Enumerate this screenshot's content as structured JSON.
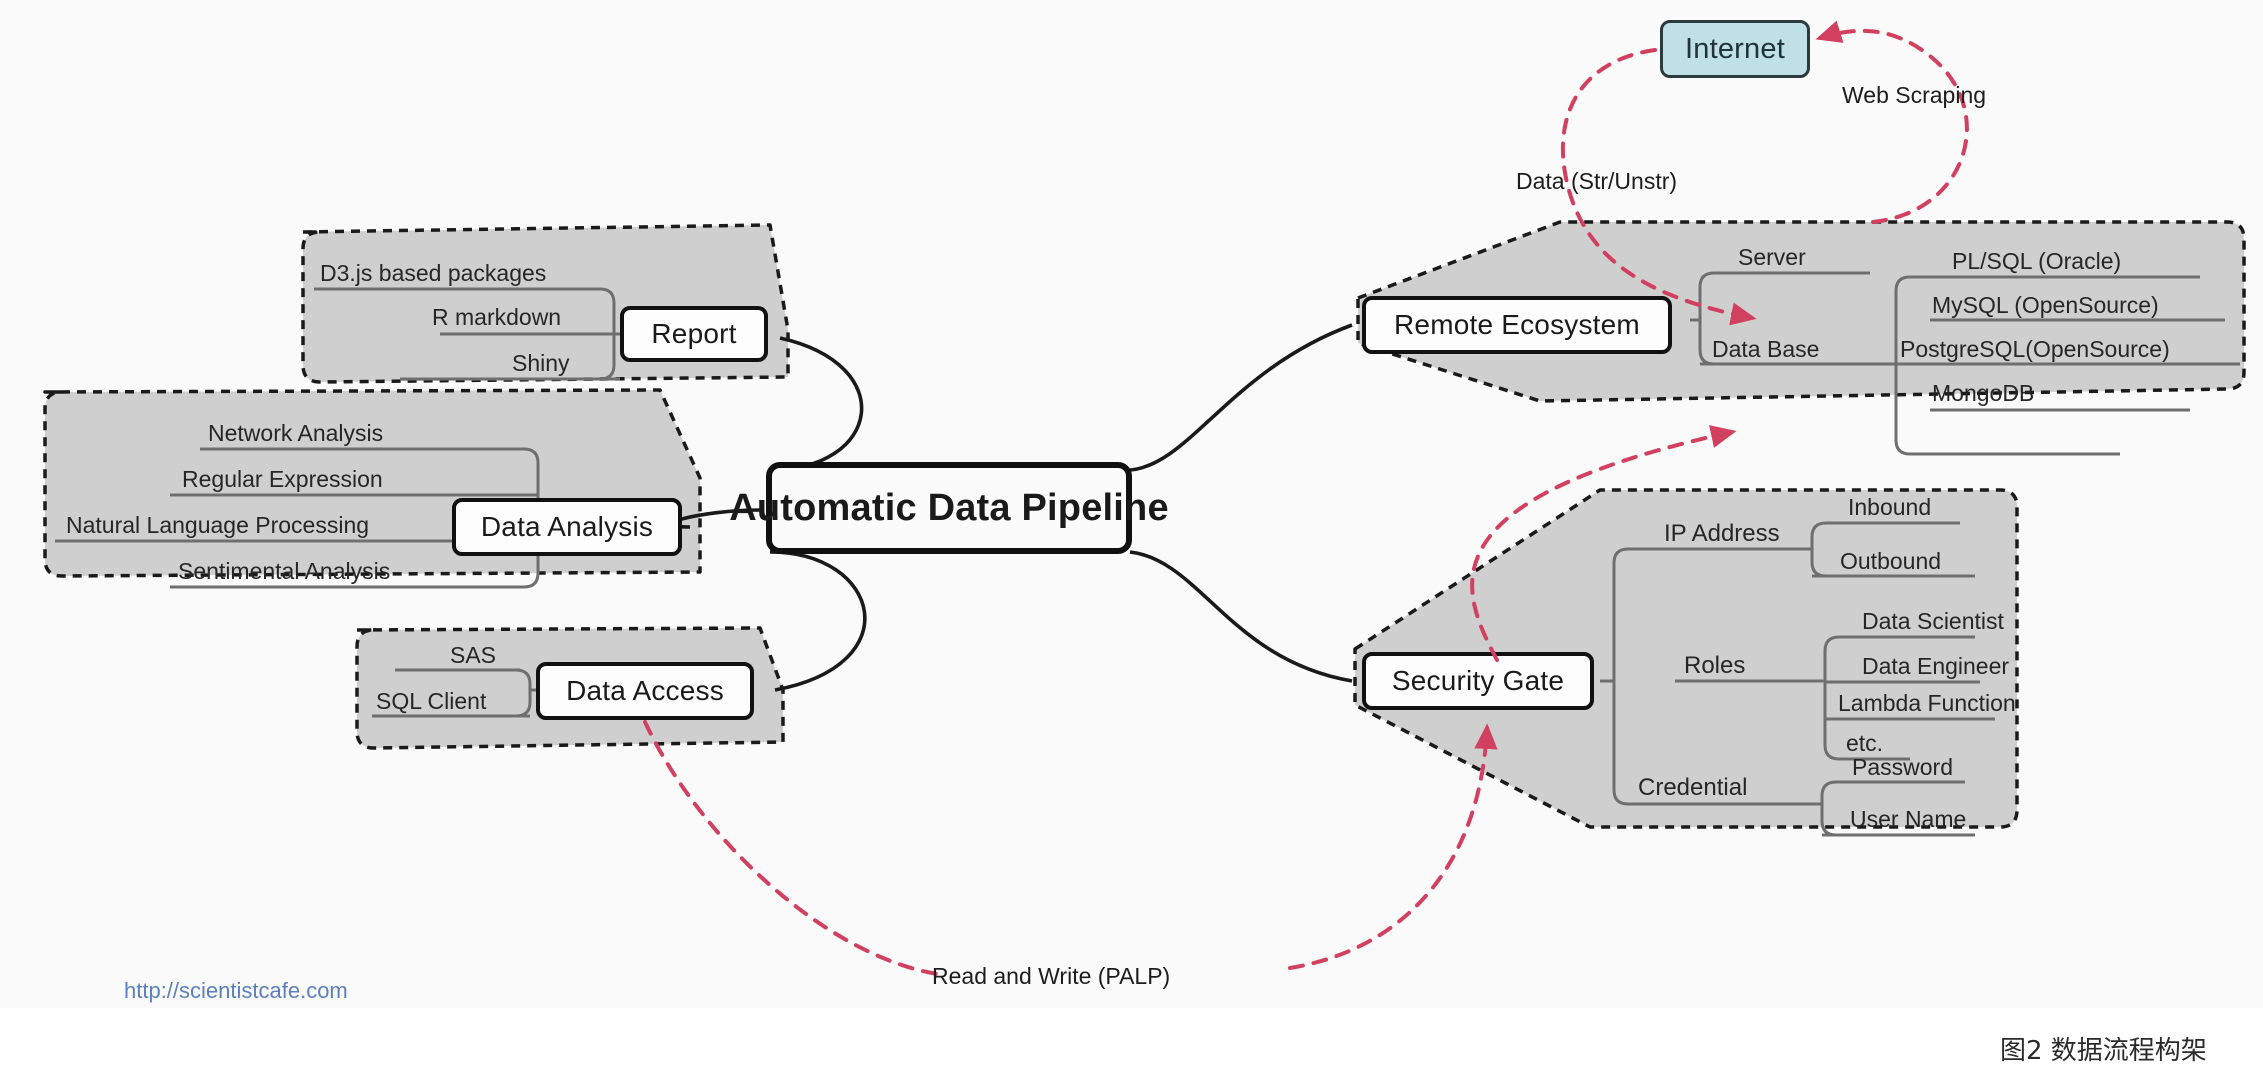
{
  "figure": {
    "caption": "图2  数据流程构架",
    "source_url": "http://scientistcafe.com",
    "colors": {
      "background": "#fafafa",
      "cloud_fill": "#cfcfcf",
      "cloud_stroke": "#1a1a1a",
      "node_fill": "#fdfdfd",
      "node_stroke": "#111111",
      "internet_fill": "#bfe0e7",
      "connector": "#1a1a1a",
      "branch_line": "#6f6f6f",
      "flow_arrow": "#d2405f",
      "url_text": "#5b7fbe"
    }
  },
  "center": {
    "label": "Automatic Data Pipeline"
  },
  "internet": {
    "label": "Internet"
  },
  "branches": [
    {
      "id": "report",
      "label": "Report",
      "items": [
        {
          "label": "D3.js based packages"
        },
        {
          "label": "R markdown"
        },
        {
          "label": "Shiny"
        }
      ]
    },
    {
      "id": "data-analysis",
      "label": "Data Analysis",
      "items": [
        {
          "label": "Network Analysis"
        },
        {
          "label": "Regular Expression"
        },
        {
          "label": "Natural Language Processing"
        },
        {
          "label": "Sentimental Analysis"
        }
      ]
    },
    {
      "id": "data-access",
      "label": "Data Access",
      "items": [
        {
          "label": "SAS"
        },
        {
          "label": "SQL Client"
        }
      ]
    },
    {
      "id": "remote-ecosystem",
      "label": "Remote Ecosystem",
      "items": [
        {
          "label": "Server"
        },
        {
          "label": "Data Base"
        }
      ],
      "sub": {
        "parent": "Data Base",
        "items": [
          {
            "label": "PL/SQL (Oracle)"
          },
          {
            "label": "MySQL (OpenSource)"
          },
          {
            "label": "PostgreSQL(OpenSource)"
          },
          {
            "label": "MongoDB"
          }
        ]
      }
    },
    {
      "id": "security-gate",
      "label": "Security Gate",
      "items": [
        {
          "label": "IP Address"
        },
        {
          "label": "Roles"
        },
        {
          "label": "Credential"
        }
      ],
      "groups": [
        {
          "parent": "IP Address",
          "items": [
            {
              "label": "Inbound"
            },
            {
              "label": "Outbound"
            }
          ]
        },
        {
          "parent": "Roles",
          "items": [
            {
              "label": "Data Scientist"
            },
            {
              "label": "Data Engineer"
            },
            {
              "label": "Lambda Function"
            },
            {
              "label": "etc."
            }
          ]
        },
        {
          "parent": "Credential",
          "items": [
            {
              "label": "Password"
            },
            {
              "label": "User Name"
            }
          ]
        }
      ]
    }
  ],
  "flows": [
    {
      "id": "data-str-unstr",
      "label": "Data (Str/Unstr)"
    },
    {
      "id": "web-scraping",
      "label": "Web Scraping"
    },
    {
      "id": "read-and-write",
      "label": "Read and Write (PALP)"
    }
  ]
}
